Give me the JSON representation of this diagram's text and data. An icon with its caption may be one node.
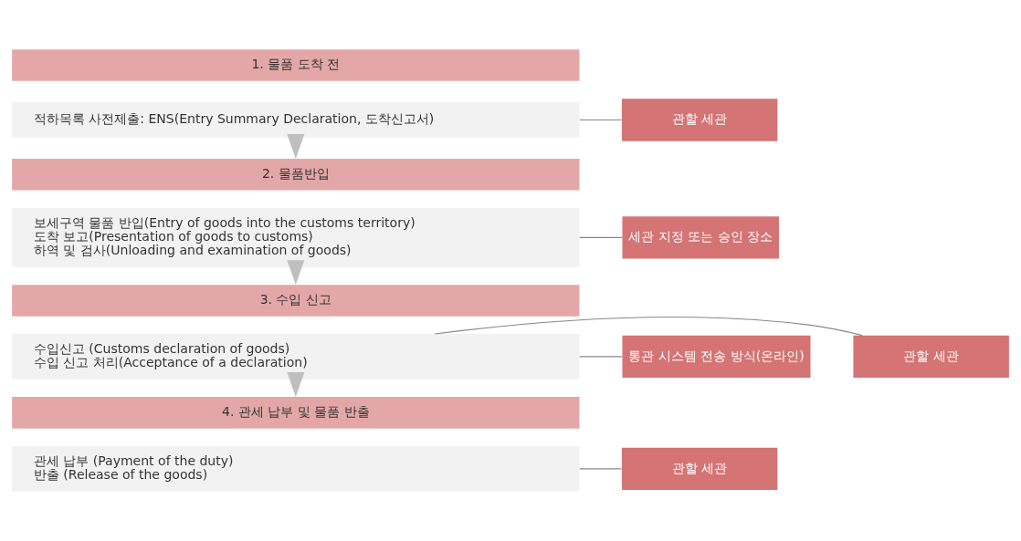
{
  "diagram": {
    "nodes": [
      {
        "text": [
          "1. 물품 도착 전"
        ]
      },
      {
        "text": [
          "적하목록 사전제출: ENS(Entry Summary Declaration, 도착신고서)"
        ]
      },
      {
        "text": [
          "2. 물품반입"
        ]
      },
      {
        "text": [
          "보세구역 물품 반입(Entry of goods into the customs territory)",
          "도착 보고(Presentation of goods to customs)",
          "하역 및 검사(Unloading and examination of goods)"
        ]
      },
      {
        "text": [
          "3. 수입 신고"
        ]
      },
      {
        "text": [
          "수입신고 (Customs declaration of goods)",
          "수입 신고 처리(Acceptance of a declaration)"
        ]
      },
      {
        "text": [
          "4. 관세 납부 및 물품 반출"
        ]
      },
      {
        "text": [
          "관세 납부 (Payment of the duty)",
          "반출 (Release of the goods)"
        ]
      },
      {
        "text": [
          "관할 세관"
        ]
      },
      {
        "text": [
          "세관 지정 또는 승인 장소"
        ]
      },
      {
        "text": [
          "관할 세관"
        ]
      },
      {
        "text": [
          "통관 시스템 전송 방식(온라인)"
        ]
      },
      {
        "text": [
          "관할 세관"
        ]
      }
    ],
    "edges": [
      {
        "from": 1,
        "to": 2,
        "arrow": "to",
        "color": "#bfbfbf"
      },
      {
        "from": 3,
        "to": 4,
        "arrow": "to",
        "color": "#bfbfbf"
      },
      {
        "from": 5,
        "to": 6,
        "arrow": "to",
        "color": "#bfbfbf"
      },
      {
        "from": 1,
        "to": 8,
        "arrow": "none"
      },
      {
        "from": 3,
        "to": 9,
        "arrow": "none"
      },
      {
        "from": 5,
        "to": 10,
        "arrow": "none"
      },
      {
        "from": 5,
        "to": 11,
        "arrow": "none"
      },
      {
        "from": 7,
        "to": 12,
        "arrow": "none"
      }
    ]
  }
}
